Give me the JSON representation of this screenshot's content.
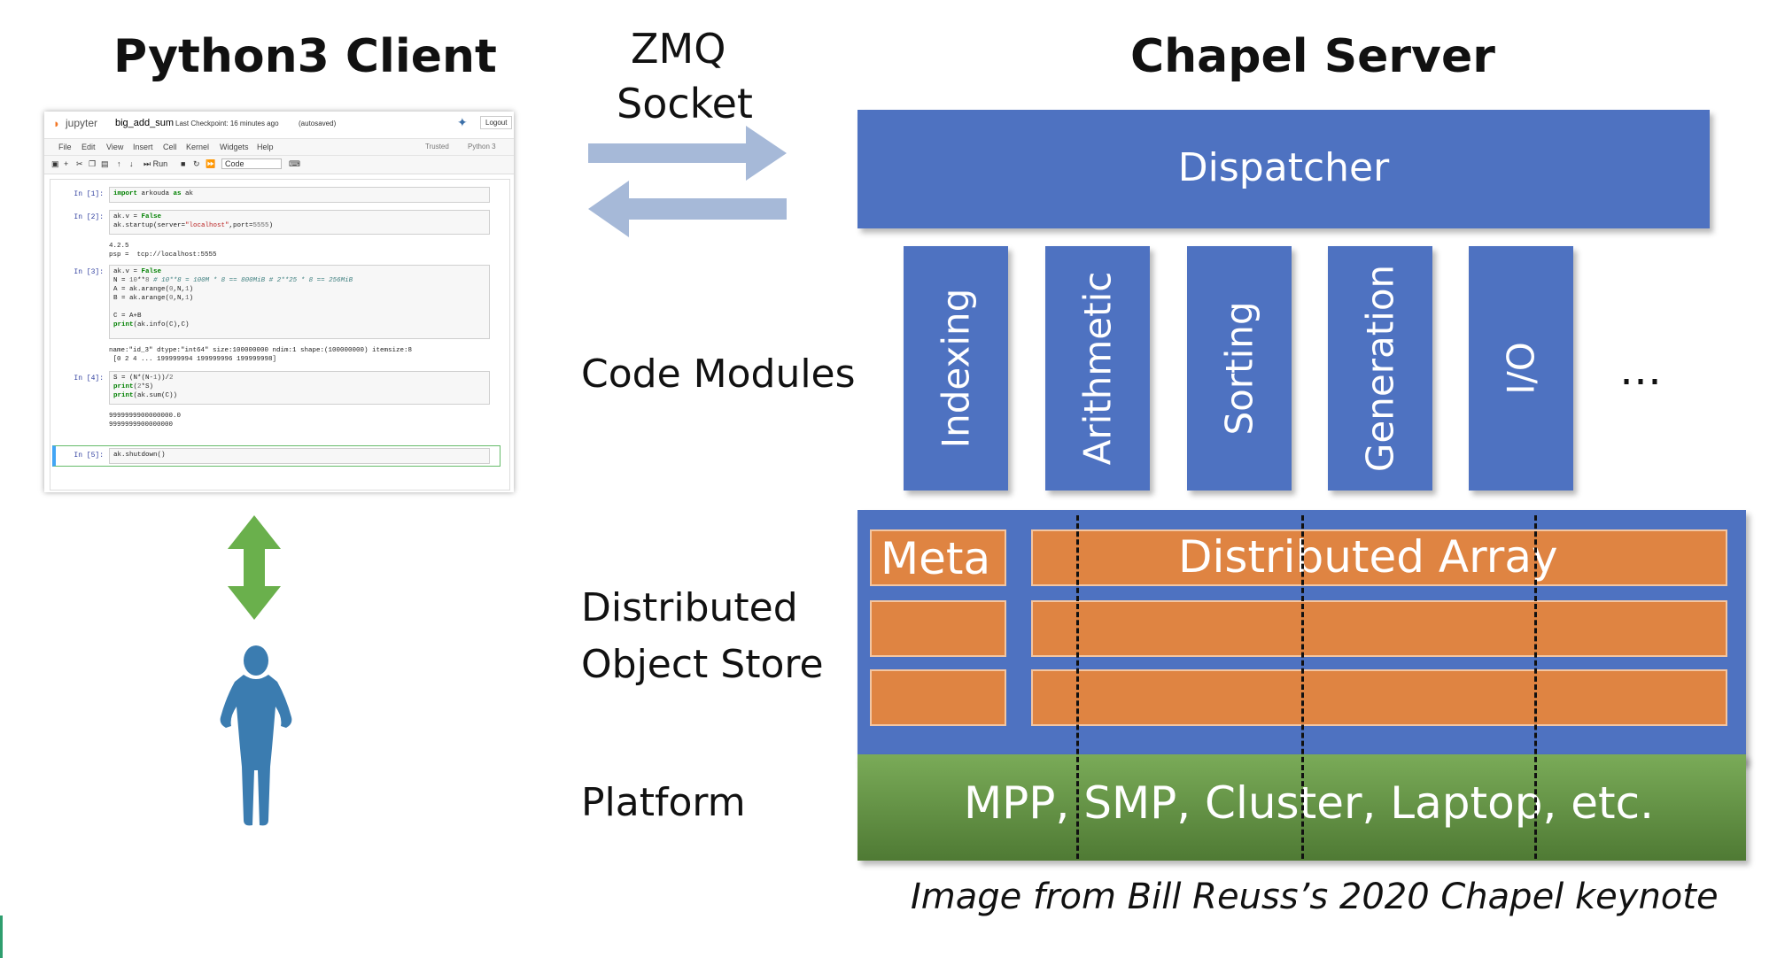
{
  "left": {
    "title": "Python3 Client",
    "jupyter": {
      "logo_text": "jupyter",
      "notebook_name": "big_add_sum",
      "checkpoint": "Last Checkpoint: 16 minutes ago",
      "autosaved": "(autosaved)",
      "logout": "Logout",
      "menu": [
        "File",
        "Edit",
        "View",
        "Insert",
        "Cell",
        "Kernel",
        "Widgets",
        "Help"
      ],
      "trusted": "Trusted",
      "kernel": "Python 3",
      "run_label": "Run",
      "cell_type": "Code",
      "cells": [
        {
          "prompt": "In [1]:",
          "code": "import arkouda as ak",
          "output": ""
        },
        {
          "prompt": "In [2]:",
          "code": "ak.v = False\nak.startup(server=\"localhost\",port=5555)",
          "output": "4.2.5\npsp =  tcp://localhost:5555"
        },
        {
          "prompt": "In [3]:",
          "code": "ak.v = False\nN = 10**8 # 10**8 = 100M * 8 == 800MiB # 2**25 * 8 == 256MiB\nA = ak.arange(0,N,1)\nB = ak.arange(0,N,1)\n\nC = A+B\nprint(ak.info(C),C)",
          "output": "name:\"id_3\" dtype:\"int64\" size:100000000 ndim:1 shape:(100000000) itemsize:8\n [0 2 4 ... 199999994 199999996 199999998]"
        },
        {
          "prompt": "In [4]:",
          "code": "S = (N*(N-1))/2\nprint(2*S)\nprint(ak.sum(C))",
          "output": "9999999900000000.0\n9999999900000000"
        },
        {
          "prompt": "In [5]:",
          "code": "ak.shutdown()",
          "output": ""
        }
      ]
    }
  },
  "socket": {
    "line1": "ZMQ",
    "line2": "Socket"
  },
  "right": {
    "title": "Chapel Server",
    "dispatcher": "Dispatcher",
    "modules": [
      "Indexing",
      "Arithmetic",
      "Sorting",
      "Generation",
      "I/O"
    ],
    "ellipsis": "…",
    "meta": "Meta",
    "distributed_array": "Distributed Array",
    "platform_text": "MPP, SMP, Cluster, Laptop, etc."
  },
  "row_labels": {
    "code_modules": "Code Modules",
    "store_line1": "Distributed",
    "store_line2": "Object Store",
    "platform": "Platform"
  },
  "caption": "Image from Bill Reuss’s 2020 Chapel keynote",
  "colors": {
    "blue": "#4e72c1",
    "orange": "#df8442",
    "green_top": "#7aab58",
    "green_bottom": "#4f7a34",
    "arrow_blue": "#a6b9d8",
    "arrow_green": "#6ab04c",
    "person": "#3b7cb0"
  }
}
